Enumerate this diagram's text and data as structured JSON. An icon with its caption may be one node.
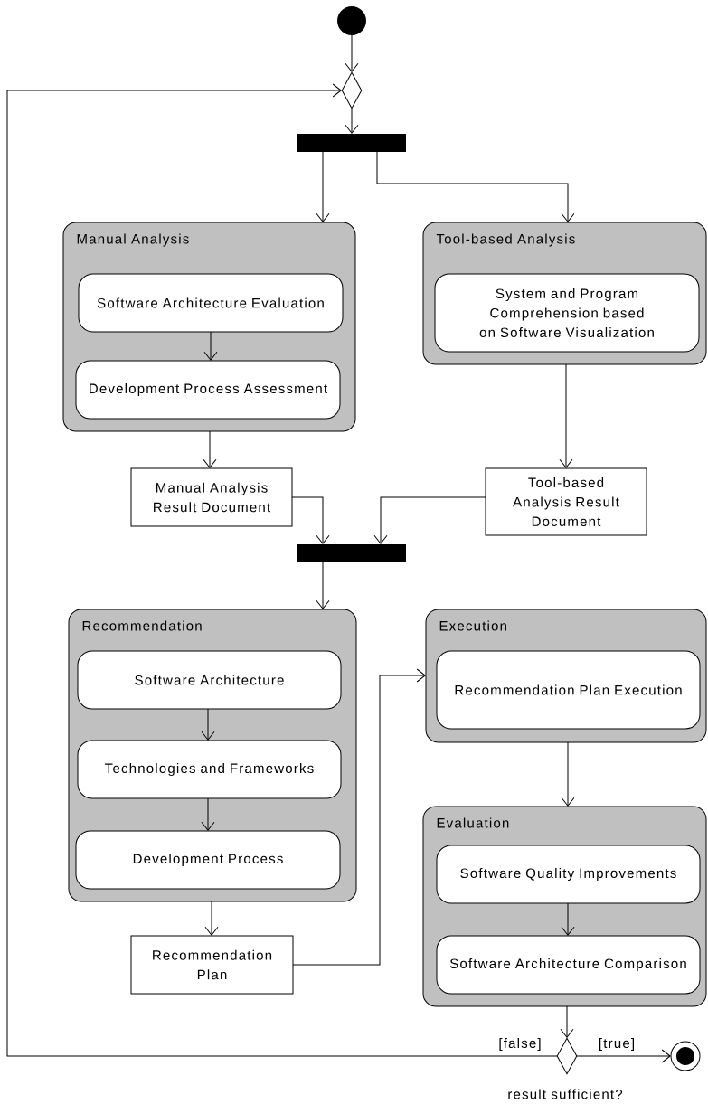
{
  "diagram": {
    "nodes": [
      {
        "text": [],
        "shape": "circle"
      },
      {
        "text": [],
        "shape": "diamond"
      },
      {
        "text": [],
        "shape": "bar"
      },
      {
        "text": [
          "Manual Analysis"
        ]
      },
      {
        "text": [
          "Software Architecture Evaluation"
        ],
        "in": 3
      },
      {
        "text": [
          "Development Process Assessment"
        ],
        "in": 3
      },
      {
        "text": [
          "Tool-based Analysis"
        ]
      },
      {
        "text": [
          "System and Program Comprehension based on Software Visualization"
        ],
        "in": 6
      },
      {
        "text": [
          "Manual Analysis Result Document"
        ]
      },
      {
        "text": [
          "Tool-based Analysis Result Document"
        ]
      },
      {
        "text": [],
        "shape": "bar"
      },
      {
        "text": [
          "Recommendation"
        ]
      },
      {
        "text": [
          "Software Architecture"
        ],
        "in": 11
      },
      {
        "text": [
          "Technologies and Frameworks"
        ],
        "in": 11
      },
      {
        "text": [
          "Development Process"
        ],
        "in": 11
      },
      {
        "text": [
          "Recommendation Plan"
        ]
      },
      {
        "text": [
          "Execution"
        ]
      },
      {
        "text": [
          "Recommendation Plan Execution"
        ],
        "in": 16
      },
      {
        "text": [
          "Evaluation"
        ]
      },
      {
        "text": [
          "Software Quality Improvements"
        ],
        "in": 18
      },
      {
        "text": [
          "Software Architecture Comparison"
        ],
        "in": 18
      },
      {
        "text": [],
        "shape": "diamond",
        "beside": [
          "result sufficient?"
        ]
      },
      {
        "text": [],
        "shape": "circle"
      }
    ],
    "edges": [
      {
        "from": 0,
        "to": 1,
        "arrow": "to"
      },
      {
        "from": 1,
        "to": 2,
        "arrow": "to"
      },
      {
        "from": 2,
        "to": 3,
        "arrow": "to"
      },
      {
        "from": 2,
        "to": 6,
        "arrow": "to"
      },
      {
        "from": 4,
        "to": 5,
        "arrow": "to"
      },
      {
        "from": 3,
        "to": 8,
        "arrow": "to"
      },
      {
        "from": 6,
        "to": 9,
        "arrow": "to"
      },
      {
        "from": 8,
        "to": 10,
        "arrow": "to"
      },
      {
        "from": 9,
        "to": 10,
        "arrow": "to"
      },
      {
        "from": 10,
        "to": 11,
        "arrow": "to"
      },
      {
        "from": 12,
        "to": 13,
        "arrow": "to"
      },
      {
        "from": 13,
        "to": 14,
        "arrow": "to"
      },
      {
        "from": 11,
        "to": 15,
        "arrow": "to"
      },
      {
        "from": 15,
        "to": 16,
        "arrow": "to"
      },
      {
        "from": 16,
        "to": 18,
        "arrow": "to"
      },
      {
        "from": 19,
        "to": 20,
        "arrow": "to"
      },
      {
        "from": 18,
        "to": 21,
        "arrow": "to"
      },
      {
        "from": 21,
        "to": 22,
        "arrow": "to",
        "label": "[true]"
      },
      {
        "from": 21,
        "to": 1,
        "arrow": "to",
        "label": "[false]"
      }
    ]
  }
}
